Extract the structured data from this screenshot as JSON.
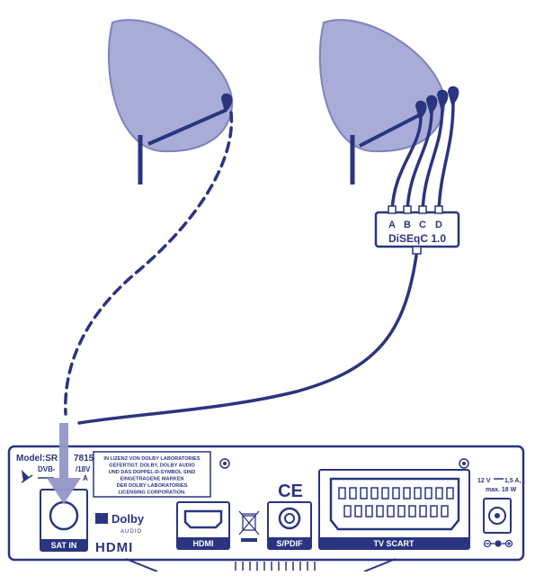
{
  "colors": {
    "navy": "#2a3580",
    "dish_fill": "#a9acd6",
    "dish_stroke": "#7e83bd",
    "arrow": "#9496c8",
    "panel_fill": "#ffffff",
    "label_bg": "#2a3580",
    "label_text": "#ffffff"
  },
  "diseqc": {
    "ports": [
      "A",
      "B",
      "C",
      "D"
    ],
    "label": "DiSEqC 1.0"
  },
  "receiver": {
    "model_label": "Model:SR",
    "model_suffix": "7815",
    "spec_line1": "DVB-",
    "spec_line1b": "/18V",
    "spec_line2": "A",
    "license_text": [
      "IN LIZENZ VON DOLBY LABORATORIES",
      "GEFERTIGT. DOLBY, DOLBY AUDIO",
      "UND DAS DOPPEL-D-SYMBOL SIND",
      "EINGETRAGENE MARKEN",
      "DER DOLBY LABORATORIES",
      "LICENSING CORPORATION."
    ],
    "sat_in_label": "SAT IN",
    "dolby_label": "Dolby",
    "dolby_sub": "AUDIO",
    "hdmi_logo": "HDMI",
    "hdmi_label": "HDMI",
    "ce_mark": "CE",
    "spdif_label": "S/PDIF",
    "scart_label": "TV SCART",
    "power_line1": "12 V",
    "power_line1b": "1,5 A,",
    "power_line2": "max. 18 W"
  }
}
